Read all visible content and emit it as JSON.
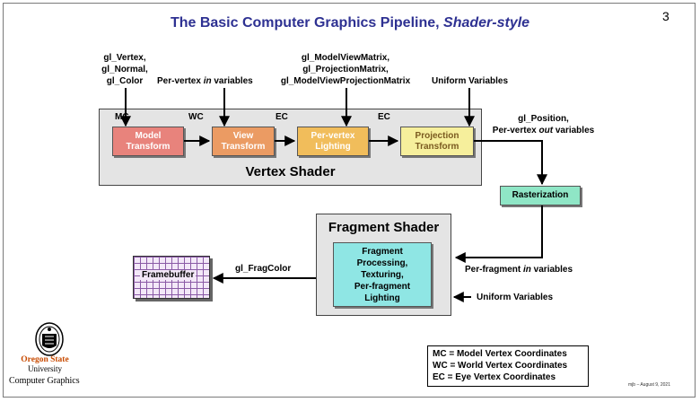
{
  "slide": {
    "title_main": "The Basic Computer Graphics Pipeline, ",
    "title_italic": "Shader-style",
    "page_number": "3",
    "footer": "mjb – August 9, 2021"
  },
  "inputs": {
    "vertex_attribs": [
      "gl_Vertex,",
      "gl_Normal,",
      "gl_Color"
    ],
    "per_vertex_in_pre": "Per-vertex ",
    "per_vertex_in_italic": "in",
    "per_vertex_in_post": " variables",
    "matrices": [
      "gl_ModelViewMatrix,",
      "gl_ProjectionMatrix,",
      "gl_ModelViewProjectionMatrix"
    ],
    "uniforms": "Uniform Variables"
  },
  "vertex_shader": {
    "title": "Vertex Shader",
    "coord_labels": [
      "MC",
      "WC",
      "EC",
      "EC"
    ],
    "stages": [
      {
        "line1": "Model",
        "line2": "Transform",
        "color": "#e8837c"
      },
      {
        "line1": "View",
        "line2": "Transform",
        "color": "#eb9b63"
      },
      {
        "line1": "Per-vertex",
        "line2": "Lighting",
        "color": "#f1bd5b"
      },
      {
        "line1": "Projection",
        "line2": "Transform",
        "color": "#f6ef9c"
      }
    ]
  },
  "vs_outputs": {
    "line1": "gl_Position,",
    "line2_pre": "Per-vertex ",
    "line2_italic": "out",
    "line2_post": " variables"
  },
  "rasterization": {
    "label": "Rasterization",
    "color": "#8fe6c6"
  },
  "fragment_shader": {
    "title": "Fragment Shader",
    "body": [
      "Fragment",
      "Processing,",
      "Texturing,",
      "Per-fragment",
      "Lighting"
    ],
    "color": "#8fe6e4"
  },
  "fs_inputs": {
    "per_fragment_pre": "Per-fragment ",
    "per_fragment_italic": "in",
    "per_fragment_post": " variables",
    "uniforms": "Uniform Variables"
  },
  "output": {
    "frag_color": "gl_FragColor",
    "framebuffer": "Framebuffer"
  },
  "legend": [
    "MC = Model Vertex Coordinates",
    "WC = World Vertex Coordinates",
    "EC = Eye Vertex Coordinates"
  ],
  "logo": {
    "line1": "Oregon State",
    "line2": "University",
    "line3": "Computer Graphics"
  }
}
